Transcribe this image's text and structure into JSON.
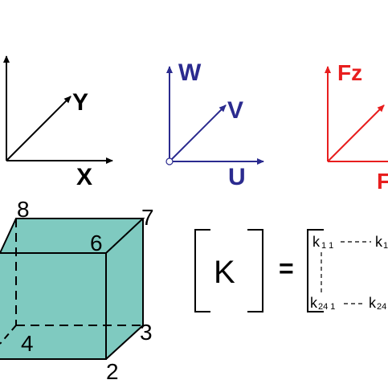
{
  "colors": {
    "black": "#000000",
    "blue": "#2b2b8f",
    "red": "#e81e1e",
    "cube_fill": "#7fcac0"
  },
  "axes_global": {
    "y": "Y",
    "x": "X"
  },
  "axes_uvw": {
    "w": "W",
    "v": "V",
    "u": "U"
  },
  "axes_force": {
    "fz": "Fz",
    "f_partial": "F"
  },
  "cube_nodes": {
    "n8": "8",
    "n7": "7",
    "n6": "6",
    "n4": "4",
    "n3": "3",
    "n2": "2"
  },
  "matrix": {
    "k": "K",
    "equals": "=",
    "k_top_left": "k",
    "k_top_left_sub": "1 1",
    "k_top_right": "k",
    "k_top_right_sub": "1",
    "k_bottom_left": "k",
    "k_bottom_left_sub": "24 1",
    "k_bottom_right": "k",
    "k_bottom_right_sub": "24"
  }
}
